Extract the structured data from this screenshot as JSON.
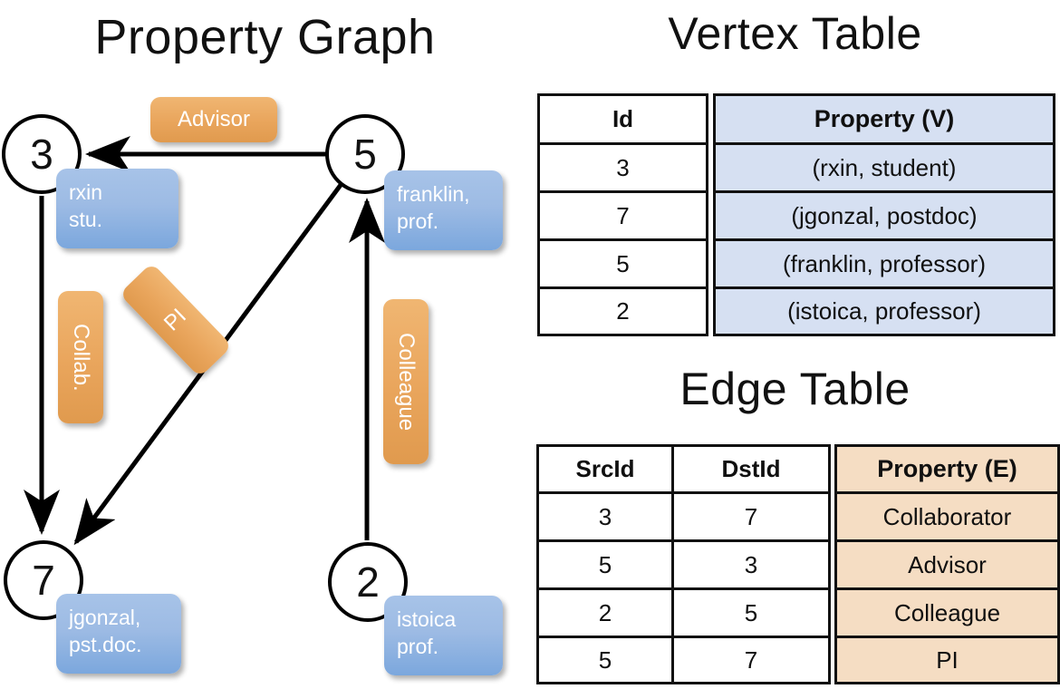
{
  "panels": {
    "graph_title": "Property Graph",
    "vertex_title": "Vertex Table",
    "edge_title": "Edge Table"
  },
  "graph": {
    "nodes": [
      {
        "id": "3",
        "label": "3",
        "property": "rxin\nstu."
      },
      {
        "id": "5",
        "label": "5",
        "property": "franklin,\nprof."
      },
      {
        "id": "7",
        "label": "7",
        "property": "jgonzal,\npst.doc."
      },
      {
        "id": "2",
        "label": "2",
        "property": "istoica\nprof."
      }
    ],
    "edge_labels": [
      {
        "name": "advisor",
        "text": "Advisor"
      },
      {
        "name": "collab",
        "text": "Collab."
      },
      {
        "name": "pi",
        "text": "PI"
      },
      {
        "name": "colleague",
        "text": "Colleague"
      }
    ],
    "colors": {
      "vertex_box": "#9dbbe4",
      "edge_box": "#e9a55c",
      "node_stroke": "#000000"
    }
  },
  "vertex_table": {
    "headers": [
      "Id",
      "Property (V)"
    ],
    "rows": [
      {
        "id": "3",
        "property": "(rxin, student)"
      },
      {
        "id": "7",
        "property": "(jgonzal, postdoc)"
      },
      {
        "id": "5",
        "property": "(franklin, professor)"
      },
      {
        "id": "2",
        "property": "(istoica, professor)"
      }
    ],
    "property_fill": "#d6e0f2"
  },
  "edge_table": {
    "headers": [
      "SrcId",
      "DstId",
      "Property (E)"
    ],
    "rows": [
      {
        "src": "3",
        "dst": "7",
        "property": "Collaborator"
      },
      {
        "src": "5",
        "dst": "3",
        "property": "Advisor"
      },
      {
        "src": "2",
        "dst": "5",
        "property": "Colleague"
      },
      {
        "src": "5",
        "dst": "7",
        "property": "PI"
      }
    ],
    "property_fill": "#f5ddc3"
  }
}
